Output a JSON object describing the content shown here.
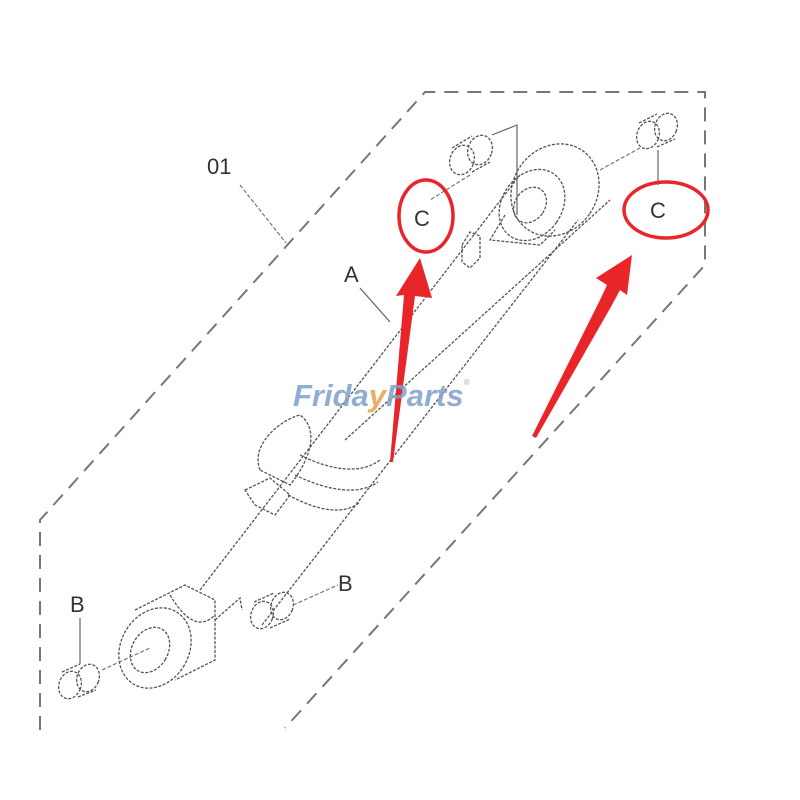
{
  "diagram": {
    "assembly_label": "01",
    "labels": {
      "A": "A",
      "B_left": "B",
      "B_right": "B",
      "C_left": "C",
      "C_right": "C"
    },
    "watermark": {
      "part1": "Frida",
      "part2": "y",
      "part3": "Parts",
      "mark": "®"
    },
    "colors": {
      "highlight_red": "#e8262a",
      "watermark_blue": "#7f9fcc",
      "watermark_orange": "#e9a04e",
      "line_gray": "#555555"
    },
    "annotations": [
      {
        "type": "ellipse",
        "target": "C_left",
        "color": "#e8262a"
      },
      {
        "type": "ellipse",
        "target": "C_right",
        "color": "#e8262a"
      },
      {
        "type": "arrow",
        "points_to": "C_left",
        "color": "#e8262a"
      },
      {
        "type": "arrow",
        "points_to": "C_right",
        "color": "#e8262a"
      }
    ]
  }
}
